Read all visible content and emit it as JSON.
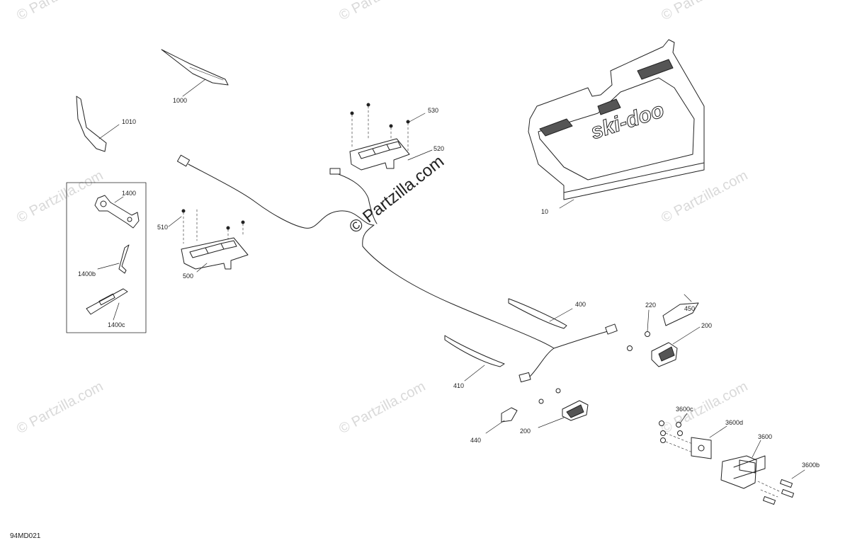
{
  "diagram_code": "94MD021",
  "watermark_text": "© Partzilla.com",
  "brand_logo_text": "ski-doo",
  "callouts": {
    "p10": "10",
    "p1000": "1000",
    "p1010": "1010",
    "p1400": "1400",
    "p1400b": "1400b",
    "p1400c": "1400c",
    "p510": "510",
    "p500": "500",
    "p530": "530",
    "p520": "520",
    "p400": "400",
    "p410": "410",
    "p450": "450",
    "p220": "220",
    "p200a": "200",
    "p200b": "200",
    "p440": "440",
    "p3600c": "3600c",
    "p3600d": "3600d",
    "p3600": "3600",
    "p3600b": "3600b"
  },
  "colors": {
    "line": "#222222",
    "watermark": "#d9d9d9",
    "shading": "#555555"
  }
}
